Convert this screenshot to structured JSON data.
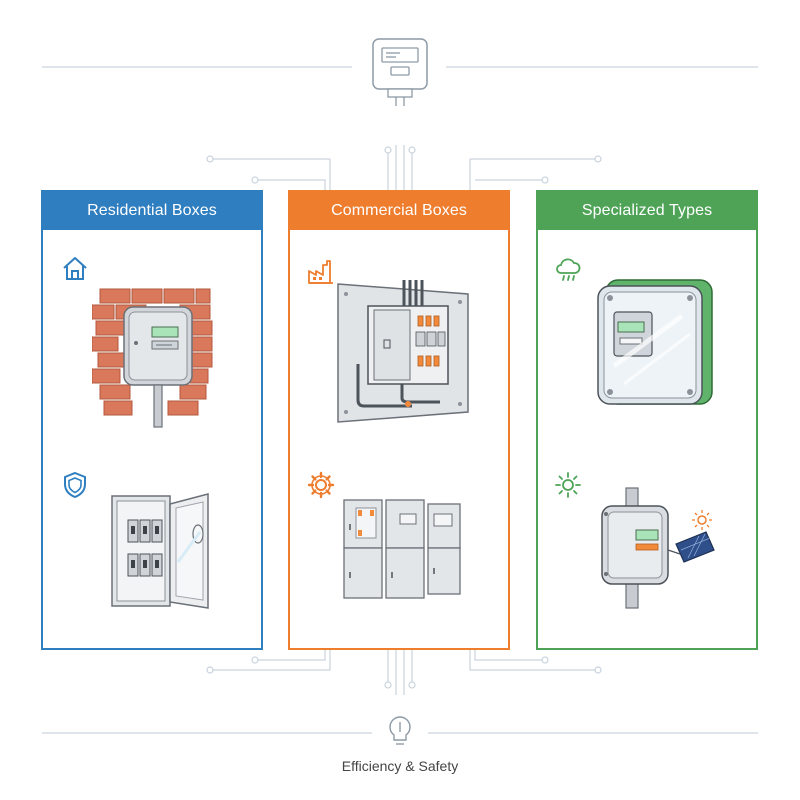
{
  "panels": [
    {
      "title": "Residential Boxes",
      "accent": "#2f7ec0",
      "items": [
        {
          "icon": "house-icon",
          "illustration": "brick-wall-meter-box"
        },
        {
          "icon": "shield-icon",
          "illustration": "open-breaker-cabinet"
        }
      ]
    },
    {
      "title": "Commercial Boxes",
      "accent": "#ef7d2e",
      "items": [
        {
          "icon": "factory-icon",
          "illustration": "wall-mounted-distribution-panel"
        },
        {
          "icon": "gear-icon",
          "illustration": "modular-meter-bank"
        }
      ]
    },
    {
      "title": "Specialized Types",
      "accent": "#4ea357",
      "items": [
        {
          "icon": "rain-cloud-icon",
          "illustration": "weatherproof-meter-enclosure"
        },
        {
          "icon": "sun-icon",
          "illustration": "solar-powered-meter-box"
        }
      ]
    }
  ],
  "footer": {
    "label": "Efficiency & Safety",
    "icon": "lightbulb-icon"
  },
  "header": {
    "icon": "electric-meter-icon"
  }
}
